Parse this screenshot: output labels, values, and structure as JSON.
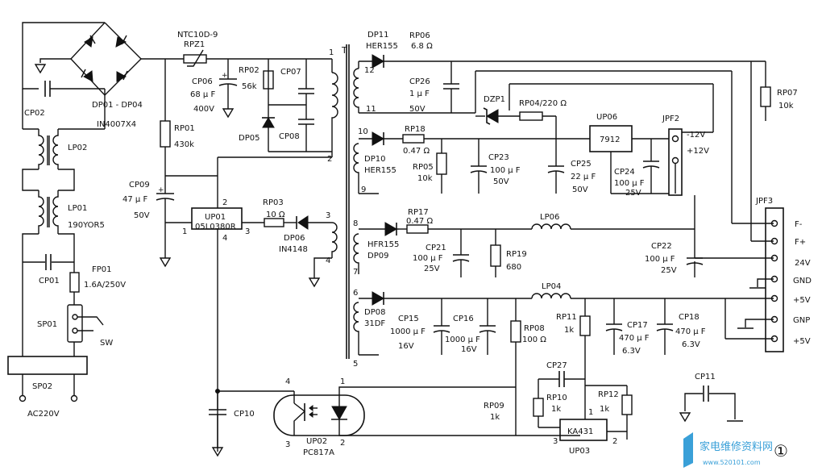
{
  "labels": {
    "bridge": "DP01 - DP04",
    "bridge_part": "IN4007X4",
    "cp02": "CP02",
    "lp02": "LP02",
    "lp01": "LP01",
    "lp01_part": "190YOR5",
    "cp01": "CP01",
    "fp01": "FP01",
    "fp01_val": "1.6A/250V",
    "sp01": "SP01",
    "sw": "SW",
    "sp02": "SP02",
    "ac": "AC220V",
    "ntc": "NTC10D-9",
    "rpz1": "RPZ1",
    "cp06": "CP06",
    "cp06_val": "68 μ F",
    "cp06_v": "400V",
    "rp02": "RP02",
    "rp02_val": "56k",
    "cp07": "CP07",
    "cp08": "CP08",
    "dp05": "DP05",
    "rp01": "RP01",
    "rp01_val": "430k",
    "cp09": "CP09",
    "cp09_val": "47 μ F",
    "cp09_v": "50V",
    "up01": "UP01",
    "up01_part": "05L0380R",
    "rp03": "RP03",
    "rp03_val": "10 Ω",
    "dp06": "DP06",
    "dp06_part": "IN4148",
    "cp10": "CP10",
    "up02": "UP02",
    "up02_part": "PC817A",
    "t": "T",
    "dp11": "DP11",
    "dp11_part": "HER155",
    "rp06": "RP06",
    "rp06_val": "6.8 Ω",
    "cp26": "CP26",
    "cp26_val": "1 μ F",
    "cp26_v": "50V",
    "dzp1": "DZP1",
    "rp04": "RP04/220 Ω",
    "up06": "UP06",
    "u7912": "7912",
    "jpf2": "JPF2",
    "m12": "-12V",
    "p12": "+12V",
    "rp07": "RP07",
    "rp07_val": "10k",
    "dp10": "DP10",
    "dp10_part": "HER155",
    "rp18": "RP18",
    "rp18_val": "0.47 Ω",
    "rp05": "RP05",
    "rp05_val": "10k",
    "cp23": "CP23",
    "cp23_val": "100 μ F",
    "cp23_v": "50V",
    "cp25": "CP25",
    "cp25_val": "22 μ F",
    "cp25_v": "50V",
    "cp24": "CP24",
    "cp24_val": "100 μ F",
    "cp24_v": "25V",
    "rp17": "RP17",
    "rp17_val": "0.47 Ω",
    "lp06": "LP06",
    "dp09_part": "HFR155",
    "dp09": "DP09",
    "cp21": "CP21",
    "cp21_val": "100 μ F",
    "cp21_v": "25V",
    "rp19": "RP19",
    "rp19_val": "680",
    "cp22": "CP22",
    "cp22_val": "100 μ F",
    "cp22_v": "25V",
    "jpf3": "JPF3",
    "jf_m": "F-",
    "jf_p": "F+",
    "j24": "24V",
    "jgnd": "GND",
    "j5a": "+5V",
    "jgnp": "GNP",
    "j5b": "+5V",
    "dp08": "DP08",
    "dp08_part": "31DF",
    "lp04": "LP04",
    "cp15": "CP15",
    "cp15_val": "1000 μ F",
    "cp15_v": "16V",
    "cp16": "CP16",
    "cp16_val": "1000 μ F",
    "cp16_v": "16V",
    "rp08": "RP08",
    "rp08_val": "100 Ω",
    "rp11": "RP11",
    "rp11_val": "1k",
    "cp17": "CP17",
    "cp17_val": "470 μ F",
    "cp17_v": "6.3V",
    "cp18": "CP18",
    "cp18_val": "470 μ F",
    "cp18_v": "6.3V",
    "cp27": "CP27",
    "rp09": "RP09",
    "rp09_val": "1k",
    "rp10": "RP10",
    "rp10_val": "1k",
    "rp12": "RP12",
    "rp12_val": "1k",
    "up03_part": "KA431",
    "up03": "UP03",
    "cp11": "CP11",
    "circle_num": "①",
    "wm_cn": "家电维修资料网",
    "wm_url": "www.520101.com"
  },
  "pins": {
    "t1": "1",
    "t2": "2",
    "t3": "3",
    "t4": "4",
    "t5": "5",
    "t6": "6",
    "t7": "7",
    "t8": "8",
    "t9": "9",
    "t10": "10",
    "t11": "11",
    "t12": "12",
    "u1_1": "1",
    "u1_2": "2",
    "u1_3": "3",
    "u1_4": "4",
    "u2_1": "1",
    "u2_2": "2",
    "u2_3": "3",
    "u2_4": "4",
    "u3_1": "1",
    "u3_2": "2",
    "u3_3": "3"
  }
}
